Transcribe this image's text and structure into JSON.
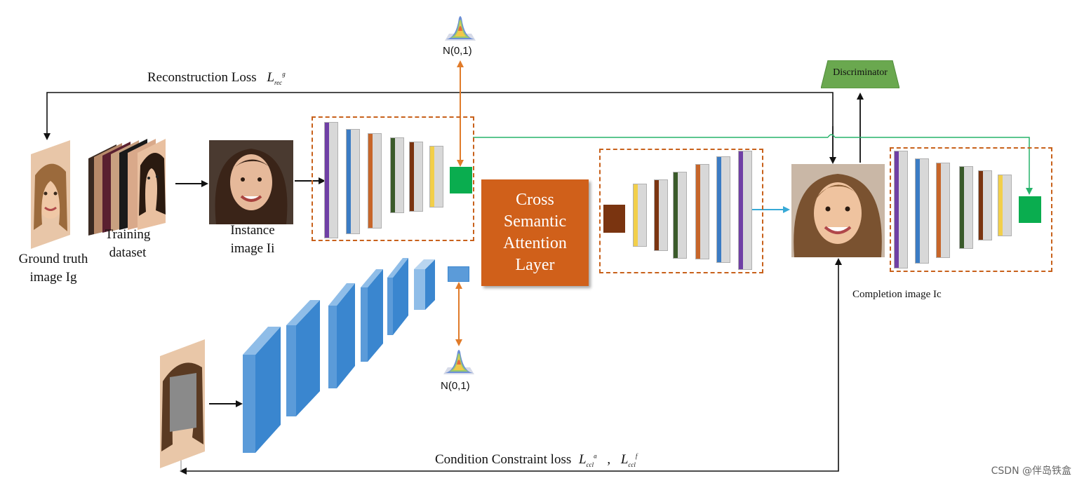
{
  "labels": {
    "reconstruction_loss": "Reconstruction Loss",
    "reconstruction_symbol": "L",
    "reconstruction_sub": "rec",
    "reconstruction_sup": "g",
    "ground_truth_line1": "Ground truth",
    "ground_truth_line2": "image Ig",
    "training_line1": "Training",
    "training_line2": "dataset",
    "instance_line1": "Instance",
    "instance_line2": "image Ii",
    "noise_top": "N(0,1)",
    "noise_bottom": "N(0,1)",
    "discriminator": "Discriminator",
    "completion": "Completion image Ic",
    "condition_loss": "Condition Constraint loss",
    "cond_symbol_a": "L",
    "cond_sub_a": "ccl",
    "cond_sup_a": "a",
    "cond_separator": ",",
    "cond_symbol_f": "L",
    "cond_sub_f": "ccl",
    "cond_sup_f": "f",
    "csa_line1": "Cross",
    "csa_line2": "Semantic",
    "csa_line3": "Attention",
    "csa_line4": "Layer",
    "watermark": "CSDN @伴岛铁盒"
  },
  "colors": {
    "dashed_box": "#c8611b",
    "csa_block": "#d0601a",
    "discriminator": "#6aa84f",
    "arrow_orange": "#e07b2a",
    "arrow_green": "#27b36a",
    "arrow_cyan": "#37a9d6",
    "block_blue": "#3a86cf",
    "latent_green": "#0aad4f",
    "latent_brown": "#7a3410"
  },
  "icons": {
    "noise_top": "gaussian-surface-icon",
    "noise_bottom": "gaussian-surface-icon"
  }
}
